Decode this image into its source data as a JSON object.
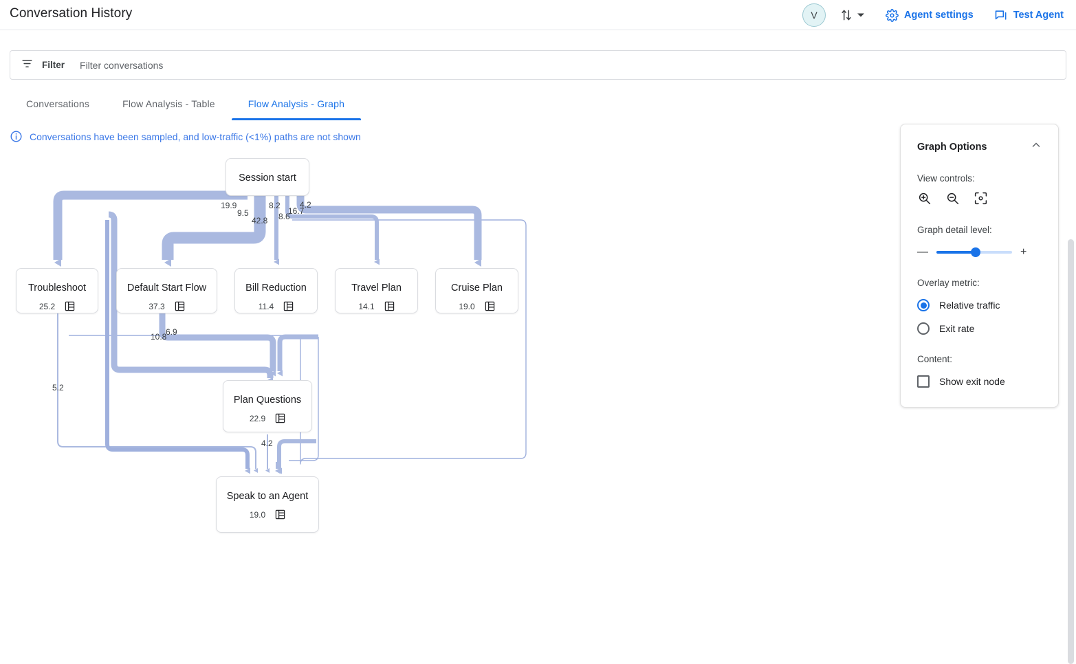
{
  "header": {
    "title": "Conversation History",
    "avatar_initial": "V",
    "swap_icon": "swap-vertical-icon",
    "dropdown_icon": "chevron-down-icon",
    "links": [
      {
        "label": "Agent settings",
        "icon": "gear-icon"
      },
      {
        "label": "Test Agent",
        "icon": "chat-bubble-icon"
      }
    ]
  },
  "filter": {
    "icon": "filter-icon",
    "label": "Filter",
    "placeholder": "Filter conversations",
    "value": ""
  },
  "tabs": [
    {
      "label": "Conversations",
      "active": false
    },
    {
      "label": "Flow Analysis - Table",
      "active": false
    },
    {
      "label": "Flow Analysis - Graph",
      "active": true
    }
  ],
  "notice": {
    "icon": "info-icon",
    "text": "Conversations have been sampled, and low-traffic (<1%) paths are not shown"
  },
  "graph": {
    "nodes": [
      {
        "id": "session-start",
        "title": "Session start",
        "value": "",
        "has_icon": false
      },
      {
        "id": "troubleshoot",
        "title": "Troubleshoot",
        "value": "25.2",
        "has_icon": true
      },
      {
        "id": "default-start-flow",
        "title": "Default Start Flow",
        "value": "37.3",
        "has_icon": true
      },
      {
        "id": "bill-reduction",
        "title": "Bill Reduction",
        "value": "11.4",
        "has_icon": true
      },
      {
        "id": "travel-plan",
        "title": "Travel Plan",
        "value": "14.1",
        "has_icon": true
      },
      {
        "id": "cruise-plan",
        "title": "Cruise Plan",
        "value": "19.0",
        "has_icon": true
      },
      {
        "id": "plan-questions",
        "title": "Plan Questions",
        "value": "22.9",
        "has_icon": true
      },
      {
        "id": "speak-to-an-agent",
        "title": "Speak to an Agent",
        "value": "19.0",
        "has_icon": true
      }
    ],
    "edge_labels": [
      {
        "id": "e-19-9",
        "text": "19.9"
      },
      {
        "id": "e-9-5",
        "text": "9.5"
      },
      {
        "id": "e-42-8",
        "text": "42.8"
      },
      {
        "id": "e-8-2",
        "text": "8.2"
      },
      {
        "id": "e-8-6",
        "text": "8.6"
      },
      {
        "id": "e-16-7",
        "text": "16.7"
      },
      {
        "id": "e-4-2-top",
        "text": "4.2"
      },
      {
        "id": "e-10-8",
        "text": "10.8"
      },
      {
        "id": "e-6-9",
        "text": "6.9"
      },
      {
        "id": "e-5-2",
        "text": "5.2"
      },
      {
        "id": "e-4-2-bottom",
        "text": "4.2"
      }
    ],
    "node_icon_name": "table-rows-icon",
    "edge_color": "#aab9e0",
    "node_border_color": "#dadce0"
  },
  "options_panel": {
    "title": "Graph Options",
    "collapse_icon": "chevron-up-icon",
    "view_controls_label": "View controls:",
    "view_controls": [
      {
        "name": "zoom-in-icon"
      },
      {
        "name": "zoom-out-icon"
      },
      {
        "name": "fit-to-screen-icon"
      }
    ],
    "detail_label": "Graph detail level:",
    "detail_minus": "—",
    "detail_plus": "+",
    "detail_percent": 52,
    "overlay_label": "Overlay metric:",
    "overlay_options": [
      {
        "label": "Relative traffic",
        "selected": true
      },
      {
        "label": "Exit rate",
        "selected": false
      }
    ],
    "content_label": "Content:",
    "content_options": [
      {
        "label": "Show exit node",
        "checked": false
      }
    ]
  },
  "colors": {
    "accent": "#1a73e8",
    "edge": "#aab9e0",
    "text": "#202124",
    "muted": "#5f6368"
  }
}
